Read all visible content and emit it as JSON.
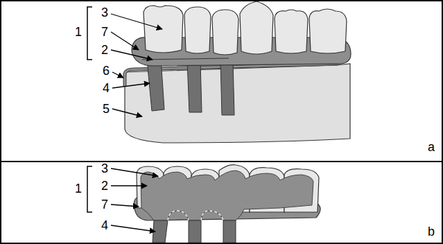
{
  "diagram": {
    "labels": [
      "3",
      "1",
      "7",
      "2",
      "6",
      "4",
      "5",
      "a",
      "3",
      "1",
      "2",
      "7",
      "4",
      "b"
    ]
  }
}
